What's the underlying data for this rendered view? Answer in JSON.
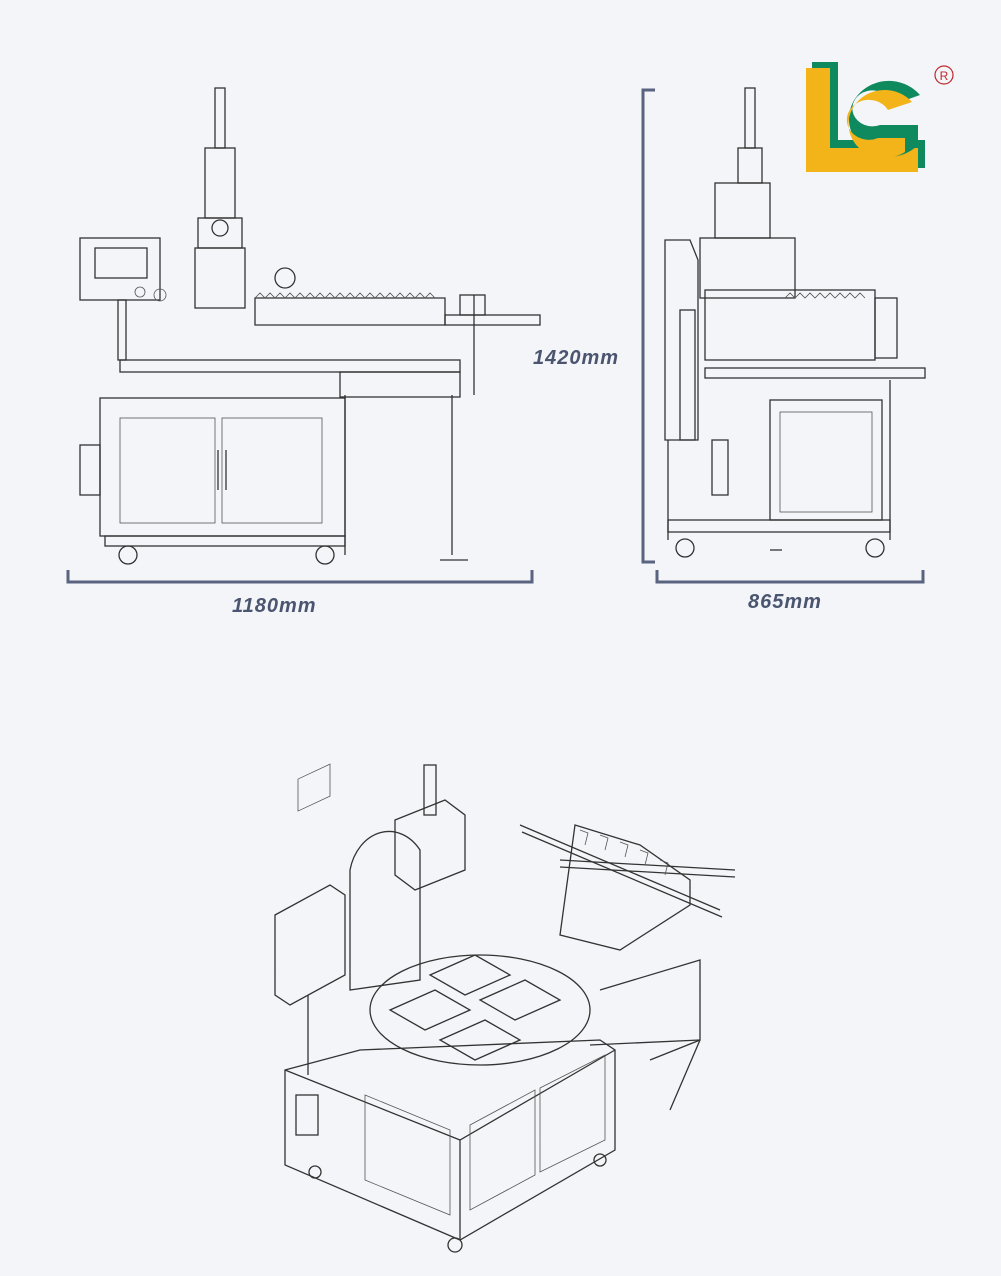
{
  "logo": {
    "text": "LC",
    "registered_mark": "R",
    "colors": {
      "yellow": "#f2b418",
      "green": "#0f8a5f",
      "mark": "#c0282c"
    }
  },
  "dimensions": {
    "front_width": "1180mm",
    "height": "1420mm",
    "side_depth": "865mm"
  },
  "colors": {
    "dimension_text": "#4b5570",
    "background": "#f3f5f8"
  }
}
